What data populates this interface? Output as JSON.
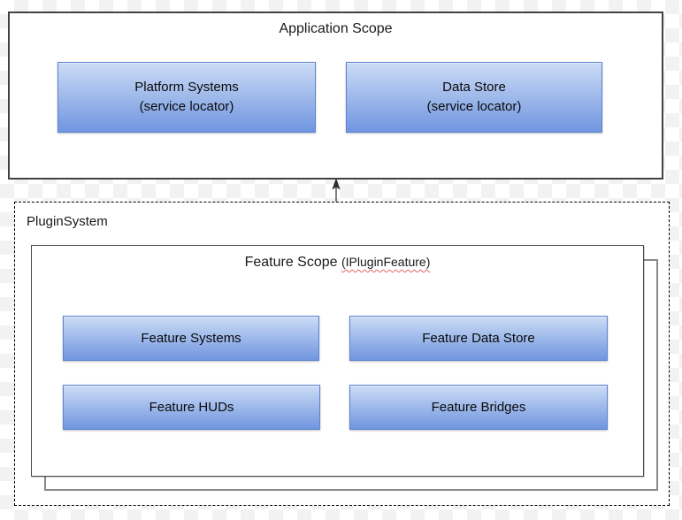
{
  "diagram": {
    "application_scope": {
      "title": "Application Scope",
      "platform_systems": {
        "line1": "Platform Systems",
        "line2": "(service locator)"
      },
      "data_store": {
        "line1": "Data Store",
        "line2": "(service locator)"
      }
    },
    "plugin_system": {
      "label": "PluginSystem",
      "feature_scope": {
        "title": "Feature Scope",
        "annotation": "(IPluginFeature)",
        "feature_systems": "Feature Systems",
        "feature_data_store": "Feature Data Store",
        "feature_huds": "Feature HUDs",
        "feature_bridges": "Feature Bridges"
      }
    }
  },
  "colors": {
    "node_gradient_top": "#ccdcf5",
    "node_gradient_bottom": "#7095e0",
    "node_border": "#5b84cf",
    "container_border": "#424242",
    "stack_border": "#8a8a8a",
    "dashed_border": "#000000",
    "arrow_line": "#555555",
    "arrow_head": "#2b2b2b",
    "spellcheck_squiggle": "#e06666",
    "checkerboard": "#f2f2f2"
  }
}
